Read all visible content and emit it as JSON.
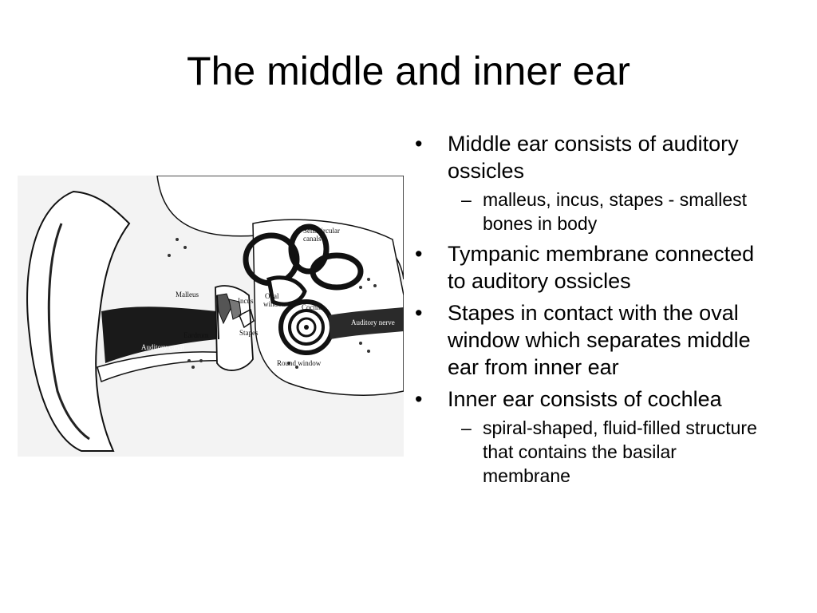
{
  "slide": {
    "title": "The middle and inner ear"
  },
  "figure": {
    "labels": {
      "malleus": "Malleus",
      "incus": "Incus",
      "stapes": "Stapes",
      "eardrum": "Eardrum",
      "auditory_canal": "Auditory canal",
      "oval_window_line1": "Oval",
      "oval_window_line2": "window",
      "semicircular_line1": "Semicircular",
      "semicircular_line2": "canals",
      "cochlea": "Cochlea",
      "auditory_nerve": "Auditory nerve",
      "round_window": "Round window"
    }
  },
  "bullets": [
    {
      "text": "Middle ear consists of auditory ossicles",
      "subs": [
        "malleus, incus, stapes - smallest bones in body"
      ]
    },
    {
      "text": "Tympanic membrane connected to auditory ossicles",
      "subs": []
    },
    {
      "text": "Stapes in contact with the oval window which separates middle ear from inner ear",
      "subs": []
    },
    {
      "text": "Inner ear consists of cochlea",
      "subs": [
        "spiral-shaped, fluid-filled structure that contains the basilar membrane"
      ]
    }
  ],
  "glyphs": {
    "bullet": "•",
    "dash": "–"
  }
}
